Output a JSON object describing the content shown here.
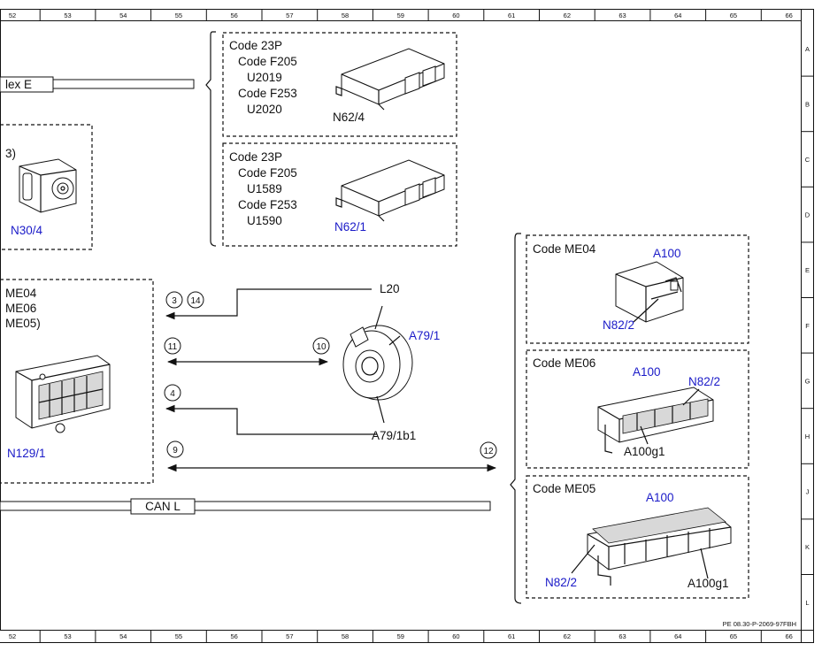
{
  "border": {
    "columns": [
      "52",
      "53",
      "54",
      "55",
      "56",
      "57",
      "58",
      "59",
      "60",
      "61",
      "62",
      "63",
      "64",
      "65",
      "66"
    ],
    "rows": [
      "A",
      "B",
      "C",
      "D",
      "E",
      "F",
      "G",
      "H",
      "J",
      "K",
      "L"
    ],
    "footer_ref": "PE 08.30-P-2069-97FBH"
  },
  "buses": {
    "top_label": "lex E",
    "bottom_label": "CAN L"
  },
  "top_group": {
    "box1": {
      "lines": [
        "Code 23P",
        "Code F205",
        "U2019",
        "Code F253",
        "U2020"
      ],
      "component": "N62/4"
    },
    "box2": {
      "lines": [
        "Code 23P",
        "Code F205",
        "U1589",
        "Code F253",
        "U1590"
      ],
      "component": "N62/1"
    }
  },
  "left_boxes": {
    "upper": {
      "partial_text": "3)",
      "component": "N30/4"
    },
    "lower": {
      "lines": [
        "ME04",
        "ME06",
        "ME05)"
      ],
      "component": "N129/1"
    }
  },
  "connectors": {
    "c3": "3",
    "c14": "14",
    "c11": "11",
    "c10": "10",
    "c4": "4",
    "c9": "9",
    "c12": "12"
  },
  "compressor": {
    "l20": "L20",
    "a79_1": "A79/1",
    "a79_1b1": "A79/1b1"
  },
  "right_group": {
    "me04": {
      "title": "Code ME04",
      "a100": "A100",
      "n82": "N82/2"
    },
    "me06": {
      "title": "Code ME06",
      "a100": "A100",
      "n82": "N82/2",
      "g1": "A100g1"
    },
    "me05": {
      "title": "Code ME05",
      "a100": "A100",
      "n82": "N82/2",
      "g1": "A100g1"
    }
  }
}
